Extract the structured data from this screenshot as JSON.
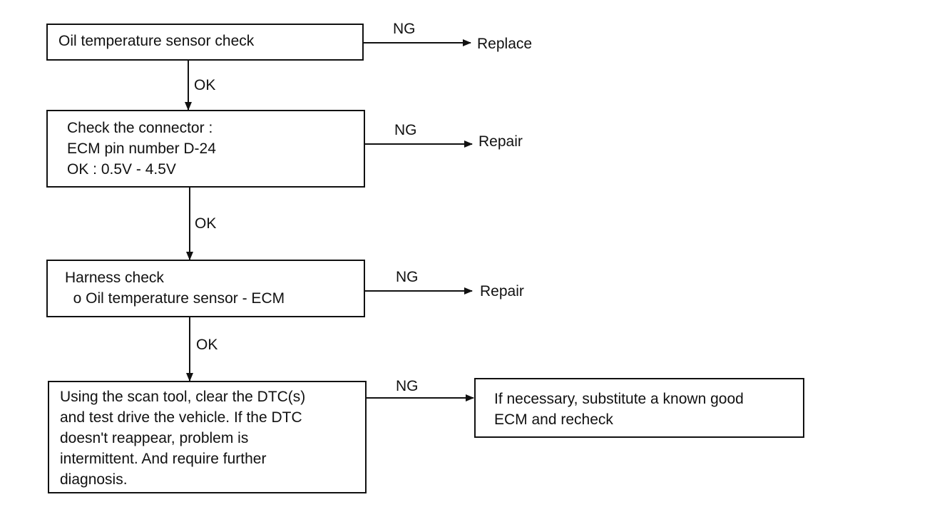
{
  "steps": [
    {
      "lines": [
        "Oil temperature sensor check"
      ],
      "ng_action": "Replace"
    },
    {
      "lines": [
        "Check the connector :",
        "ECM pin number D-24",
        "OK : 0.5V - 4.5V"
      ],
      "ng_action": "Repair"
    },
    {
      "lines": [
        "Harness check",
        "  o Oil temperature sensor - ECM"
      ],
      "ng_action": "Repair"
    },
    {
      "lines": [
        "Using the scan tool, clear the DTC(s)",
        "and test drive the vehicle. If the DTC",
        "doesn't reappear, problem is",
        "intermittent. And require further",
        "diagnosis."
      ],
      "ng_action_box": [
        "If necessary, substitute a known good",
        "ECM and recheck"
      ]
    }
  ],
  "ok_label": "OK",
  "ng_label": "NG"
}
